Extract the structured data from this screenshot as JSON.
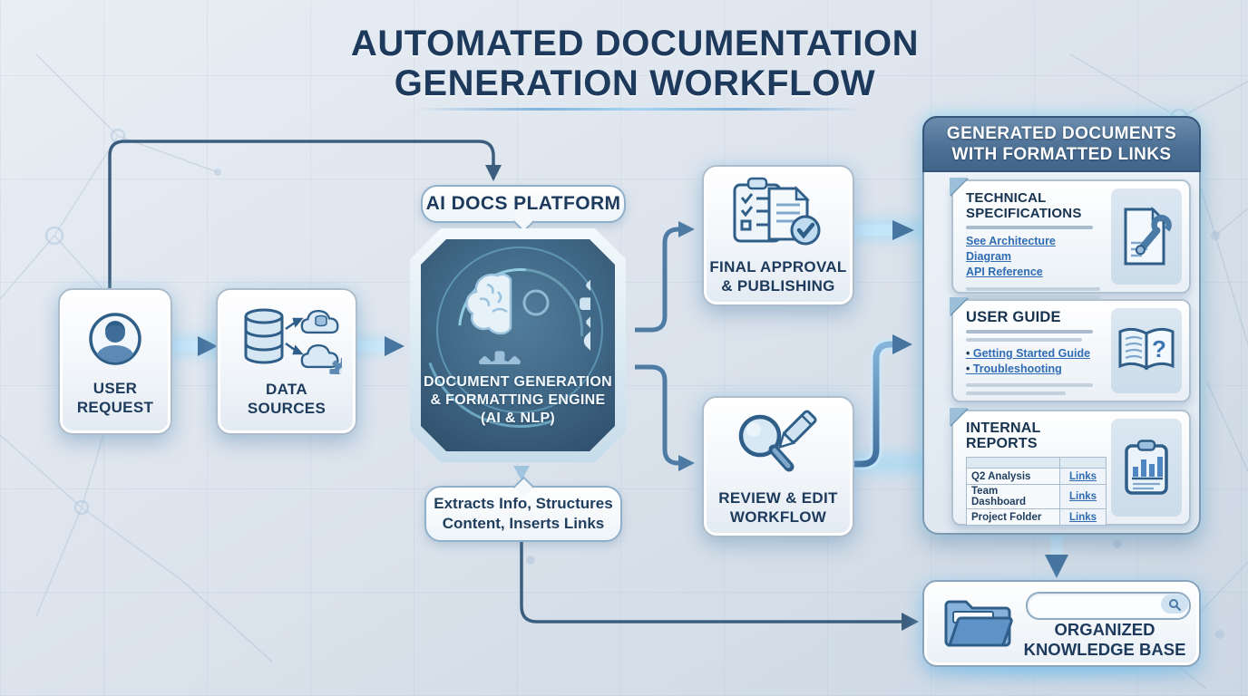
{
  "title": {
    "line1": "AUTOMATED DOCUMENTATION",
    "line2": "GENERATION WORKFLOW"
  },
  "nodes": {
    "user_request": {
      "line1": "USER",
      "line2": "REQUEST",
      "icon": "person-avatar-icon"
    },
    "data_sources": {
      "line1": "DATA",
      "line2": "SOURCES",
      "icon": "database-clouds-icon"
    },
    "platform_tag": {
      "label": "AI DOCS PLATFORM"
    },
    "engine": {
      "line1": "DOCUMENT GENERATION",
      "line2": "& FORMATTING ENGINE",
      "line3": "(AI & NLP)",
      "icon": "brain-gear-icon"
    },
    "engine_note": {
      "line1": "Extracts Info, Structures",
      "line2": "Content, Inserts Links"
    },
    "final_approval": {
      "line1": "FINAL APPROVAL",
      "line2": "& PUBLISHING",
      "icon": "approval-checklist-icon"
    },
    "review_edit": {
      "line1": "REVIEW & EDIT",
      "line2": "WORKFLOW",
      "icon": "magnifier-pencil-icon"
    },
    "knowledge_base": {
      "line1": "ORGANIZED",
      "line2": "KNOWLEDGE BASE",
      "icon": "folder-icon",
      "search_icon": "search-icon"
    }
  },
  "panel": {
    "header_line1": "GENERATED DOCUMENTS",
    "header_line2": "WITH FORMATTED LINKS",
    "cards": [
      {
        "title_line1": "TECHNICAL",
        "title_line2": "SPECIFICATIONS",
        "links": [
          "See Architecture Diagram",
          "API Reference"
        ],
        "icon": "document-wrench-icon"
      },
      {
        "title": "USER GUIDE",
        "links": [
          "Getting Started Guide",
          "Troubleshooting"
        ],
        "icon": "open-book-question-icon"
      },
      {
        "title": "INTERNAL REPORTS",
        "icon": "clipboard-chart-icon",
        "table": {
          "rows": [
            {
              "name": "Q2 Analysis",
              "link": "Links"
            },
            {
              "name": "Team Dashboard",
              "link": "Links"
            },
            {
              "name": "Project Folder",
              "link": "Links"
            }
          ]
        }
      }
    ]
  },
  "colors": {
    "title_navy": "#1d3a5c",
    "link_blue": "#2f6cb3",
    "arrow_steel": "#4a7aa6",
    "line_dark": "#3c5e7e",
    "panel_header": "#4b6f94",
    "engine_bg": "#3b607e",
    "glow_cyan": "#9fdcf8",
    "box_border": "#aebdcb"
  }
}
